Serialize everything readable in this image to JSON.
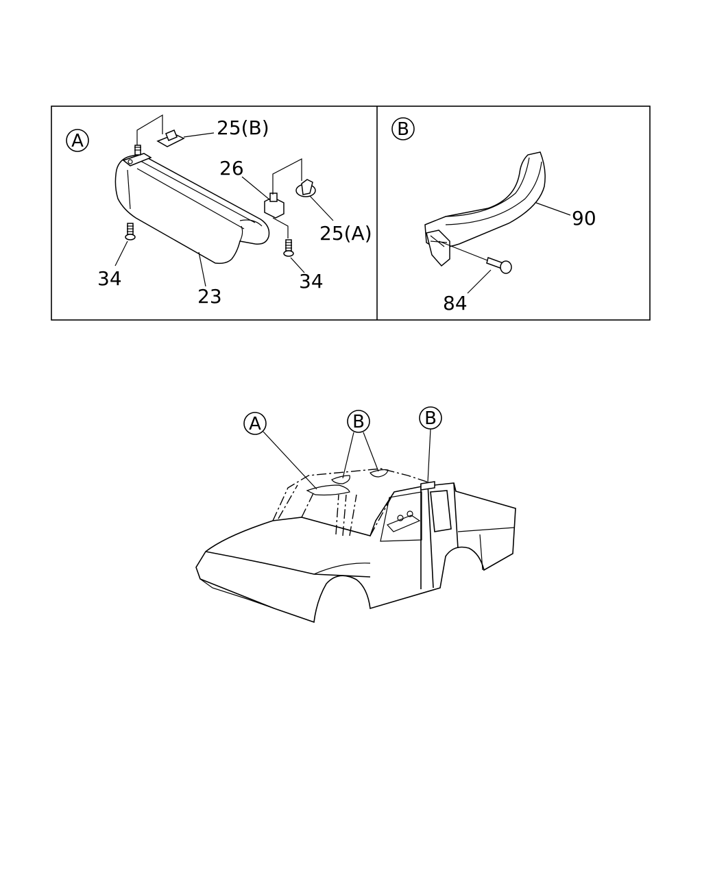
{
  "panel_a": {
    "marker": "A",
    "labels": {
      "p25b": "25(B)",
      "p26": "26",
      "p25a": "25(A)",
      "p34_left": "34",
      "p34_right": "34",
      "p23": "23"
    }
  },
  "panel_b": {
    "marker": "B",
    "labels": {
      "p90": "90",
      "p84": "84"
    }
  },
  "vehicle": {
    "marker_a": "A",
    "marker_b_roof": "B",
    "marker_b_pillar": "B"
  }
}
